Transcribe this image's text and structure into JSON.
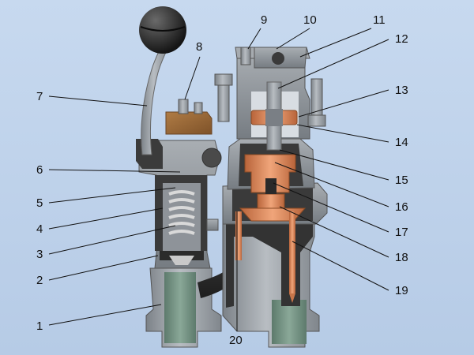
{
  "callouts": [
    {
      "id": "1",
      "label": "1"
    },
    {
      "id": "2",
      "label": "2"
    },
    {
      "id": "3",
      "label": "3"
    },
    {
      "id": "4",
      "label": "4"
    },
    {
      "id": "5",
      "label": "5"
    },
    {
      "id": "6",
      "label": "6"
    },
    {
      "id": "7",
      "label": "7"
    },
    {
      "id": "8",
      "label": "8"
    },
    {
      "id": "9",
      "label": "9"
    },
    {
      "id": "10",
      "label": "10"
    },
    {
      "id": "11",
      "label": "11"
    },
    {
      "id": "12",
      "label": "12"
    },
    {
      "id": "13",
      "label": "13"
    },
    {
      "id": "14",
      "label": "14"
    },
    {
      "id": "15",
      "label": "15"
    },
    {
      "id": "16",
      "label": "16"
    },
    {
      "id": "17",
      "label": "17"
    },
    {
      "id": "18",
      "label": "18"
    },
    {
      "id": "19",
      "label": "19"
    },
    {
      "id": "20",
      "label": "20"
    }
  ],
  "colors": {
    "background": "#c2d6ee",
    "steel": "#9aa0a6",
    "steel_dark": "#6f757b",
    "cutaway": "#3a3a3a",
    "copper": "#d8875a",
    "wood": "#9a6a3a",
    "cavity_green": "#6f8f7f",
    "knob": "#2a2a2a"
  }
}
